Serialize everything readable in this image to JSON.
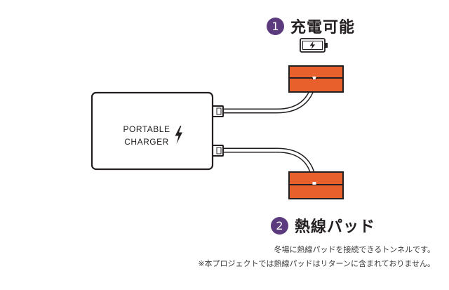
{
  "steps": [
    {
      "number": "1",
      "label": "充電可能"
    },
    {
      "number": "2",
      "label": "熱線パッド"
    }
  ],
  "charger": {
    "line1": "PORTABLE",
    "line2": "CHARGER"
  },
  "notes": {
    "line1": "冬場に熱線パッドを接続できるトンネルです。",
    "line2": "※本プロジェクトでは熱線パッドはリターンに含まれておりません。"
  },
  "colors": {
    "accent_purple": "#5c3a7e",
    "pad_orange": "#e8602c",
    "line_dark": "#231f20"
  },
  "icons": {
    "battery": "battery-charging-icon",
    "bolt": "lightning-bolt-icon"
  }
}
